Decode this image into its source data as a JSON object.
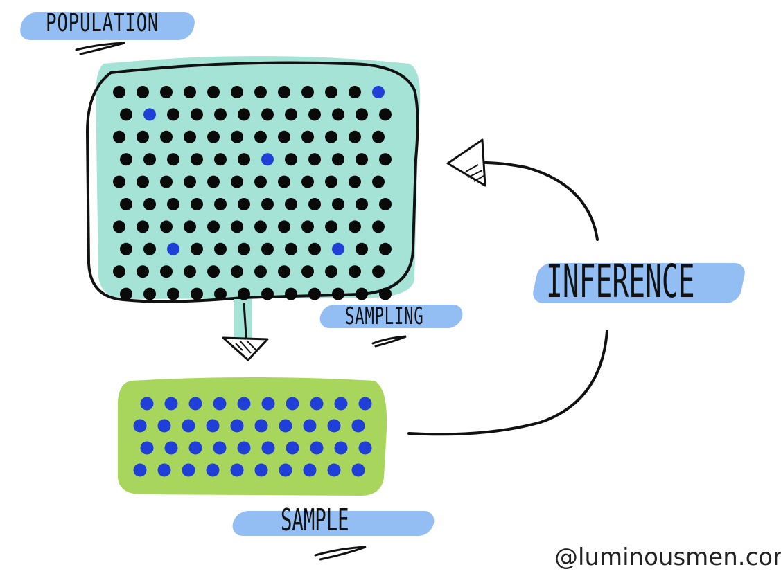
{
  "labels": {
    "population": "POPULATION",
    "sampling": "SAMPLING",
    "inference": "INFERENCE",
    "sample": "SAMPLE",
    "credit": "@luminousmen.com"
  },
  "colors": {
    "population_fill": "#a5e3d6",
    "sample_fill": "#a8d55b",
    "dot_black": "#0a0a0a",
    "dot_blue": "#1f3fd6",
    "highlight": "#6fa8ef",
    "stroke": "#111111"
  },
  "population": {
    "rows": 10,
    "cols": 12,
    "highlighted_count": 5
  },
  "sample": {
    "rows": 4,
    "cols": 10
  }
}
